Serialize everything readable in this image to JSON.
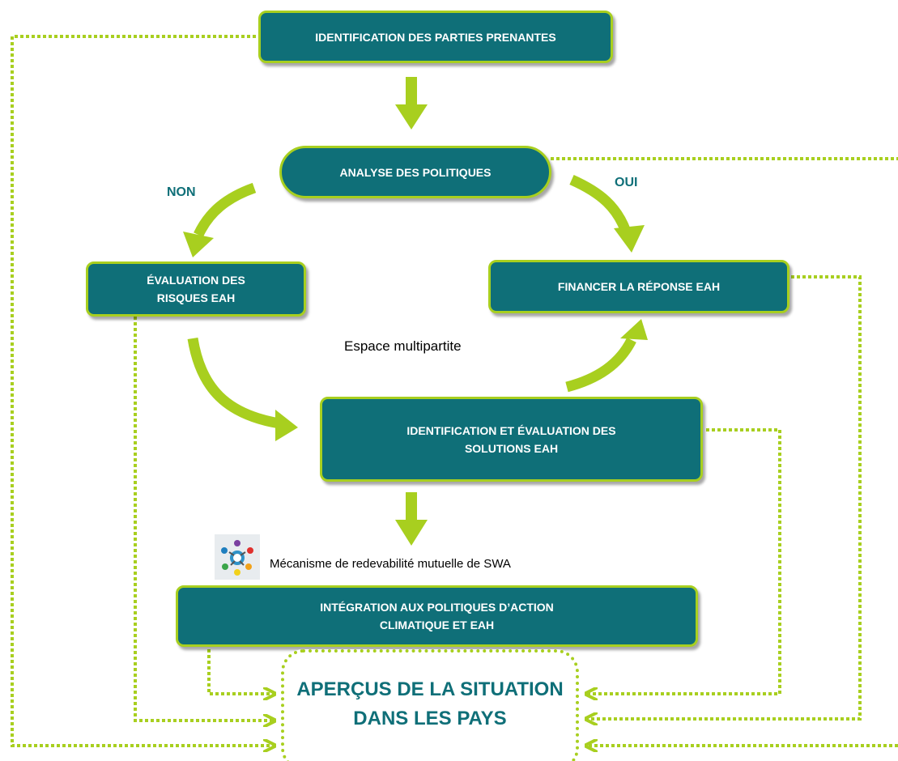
{
  "colors": {
    "teal": "#0f6f78",
    "lime": "#a8cf1f"
  },
  "nodes": {
    "stakeholders": "IDENTIFICATION DES PARTIES PRENANTES",
    "policy_analysis": "ANALYSE DES POLITIQUES",
    "risk_assessment": "ÉVALUATION DES RISQUES EAH",
    "financing": "FINANCER LA RÉPONSE EAH",
    "solutions": "IDENTIFICATION ET ÉVALUATION DES SOLUTIONS EAH",
    "integration": "INTÉGRATION AUX POLITIQUES D’ACTION CLIMATIQUE ET EAH",
    "country_overview": "APERÇUS DE LA SITUATION DANS LES PAYS"
  },
  "labels": {
    "no": "NON",
    "yes": "OUI"
  },
  "space_text": "Espace multipartite",
  "mechanism_text": "Mécanisme de redevabilité mutuelle de SWA",
  "icons": {
    "mechanism_logo": "swa-mutual-accountability-logo"
  }
}
